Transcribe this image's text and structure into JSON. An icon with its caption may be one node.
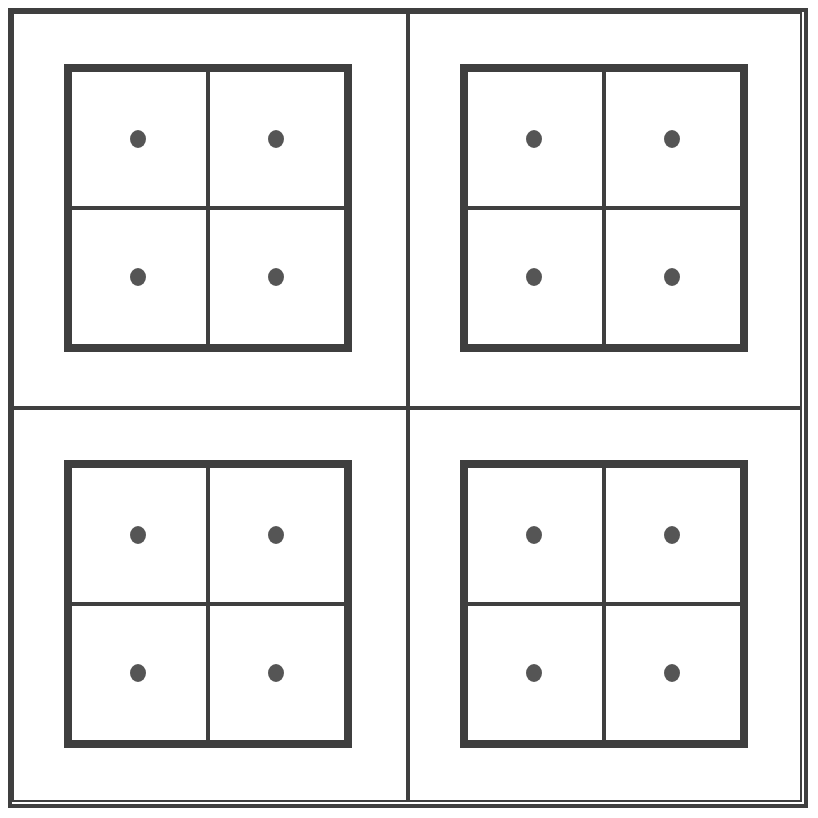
{
  "diagram": {
    "nodes": [
      {
        "text": [],
        "shape": "box"
      },
      {
        "text": [],
        "shape": "box",
        "in": 0
      },
      {
        "text": [],
        "shape": "box",
        "in": 1
      },
      {
        "text": [],
        "shape": "box",
        "in": 2
      },
      {
        "text": [],
        "shape": "circle",
        "in": 3
      },
      {
        "text": [],
        "shape": "box",
        "in": 2
      },
      {
        "text": [],
        "shape": "circle",
        "in": 5
      },
      {
        "text": [],
        "shape": "box",
        "in": 2
      },
      {
        "text": [],
        "shape": "circle",
        "in": 7
      },
      {
        "text": [],
        "shape": "box",
        "in": 2
      },
      {
        "text": [],
        "shape": "circle",
        "in": 9
      },
      {
        "text": [],
        "shape": "box",
        "in": 0
      },
      {
        "text": [],
        "shape": "box",
        "in": 11
      },
      {
        "text": [],
        "shape": "box",
        "in": 12
      },
      {
        "text": [],
        "shape": "circle",
        "in": 13
      },
      {
        "text": [],
        "shape": "box",
        "in": 12
      },
      {
        "text": [],
        "shape": "circle",
        "in": 15
      },
      {
        "text": [],
        "shape": "box",
        "in": 12
      },
      {
        "text": [],
        "shape": "circle",
        "in": 17
      },
      {
        "text": [],
        "shape": "box",
        "in": 12
      },
      {
        "text": [],
        "shape": "circle",
        "in": 19
      },
      {
        "text": [],
        "shape": "box",
        "in": 0
      },
      {
        "text": [],
        "shape": "box",
        "in": 21
      },
      {
        "text": [],
        "shape": "box",
        "in": 22
      },
      {
        "text": [],
        "shape": "circle",
        "in": 23
      },
      {
        "text": [],
        "shape": "box",
        "in": 22
      },
      {
        "text": [],
        "shape": "circle",
        "in": 25
      },
      {
        "text": [],
        "shape": "box",
        "in": 22
      },
      {
        "text": [],
        "shape": "circle",
        "in": 27
      },
      {
        "text": [],
        "shape": "box",
        "in": 22
      },
      {
        "text": [],
        "shape": "circle",
        "in": 29
      },
      {
        "text": [],
        "shape": "box",
        "in": 0
      },
      {
        "text": [],
        "shape": "box",
        "in": 31
      },
      {
        "text": [],
        "shape": "box",
        "in": 32
      },
      {
        "text": [],
        "shape": "circle",
        "in": 33
      },
      {
        "text": [],
        "shape": "box",
        "in": 32
      },
      {
        "text": [],
        "shape": "circle",
        "in": 35
      },
      {
        "text": [],
        "shape": "box",
        "in": 32
      },
      {
        "text": [],
        "shape": "circle",
        "in": 37
      },
      {
        "text": [],
        "shape": "box",
        "in": 32
      },
      {
        "text": [],
        "shape": "circle",
        "in": 39
      }
    ]
  }
}
